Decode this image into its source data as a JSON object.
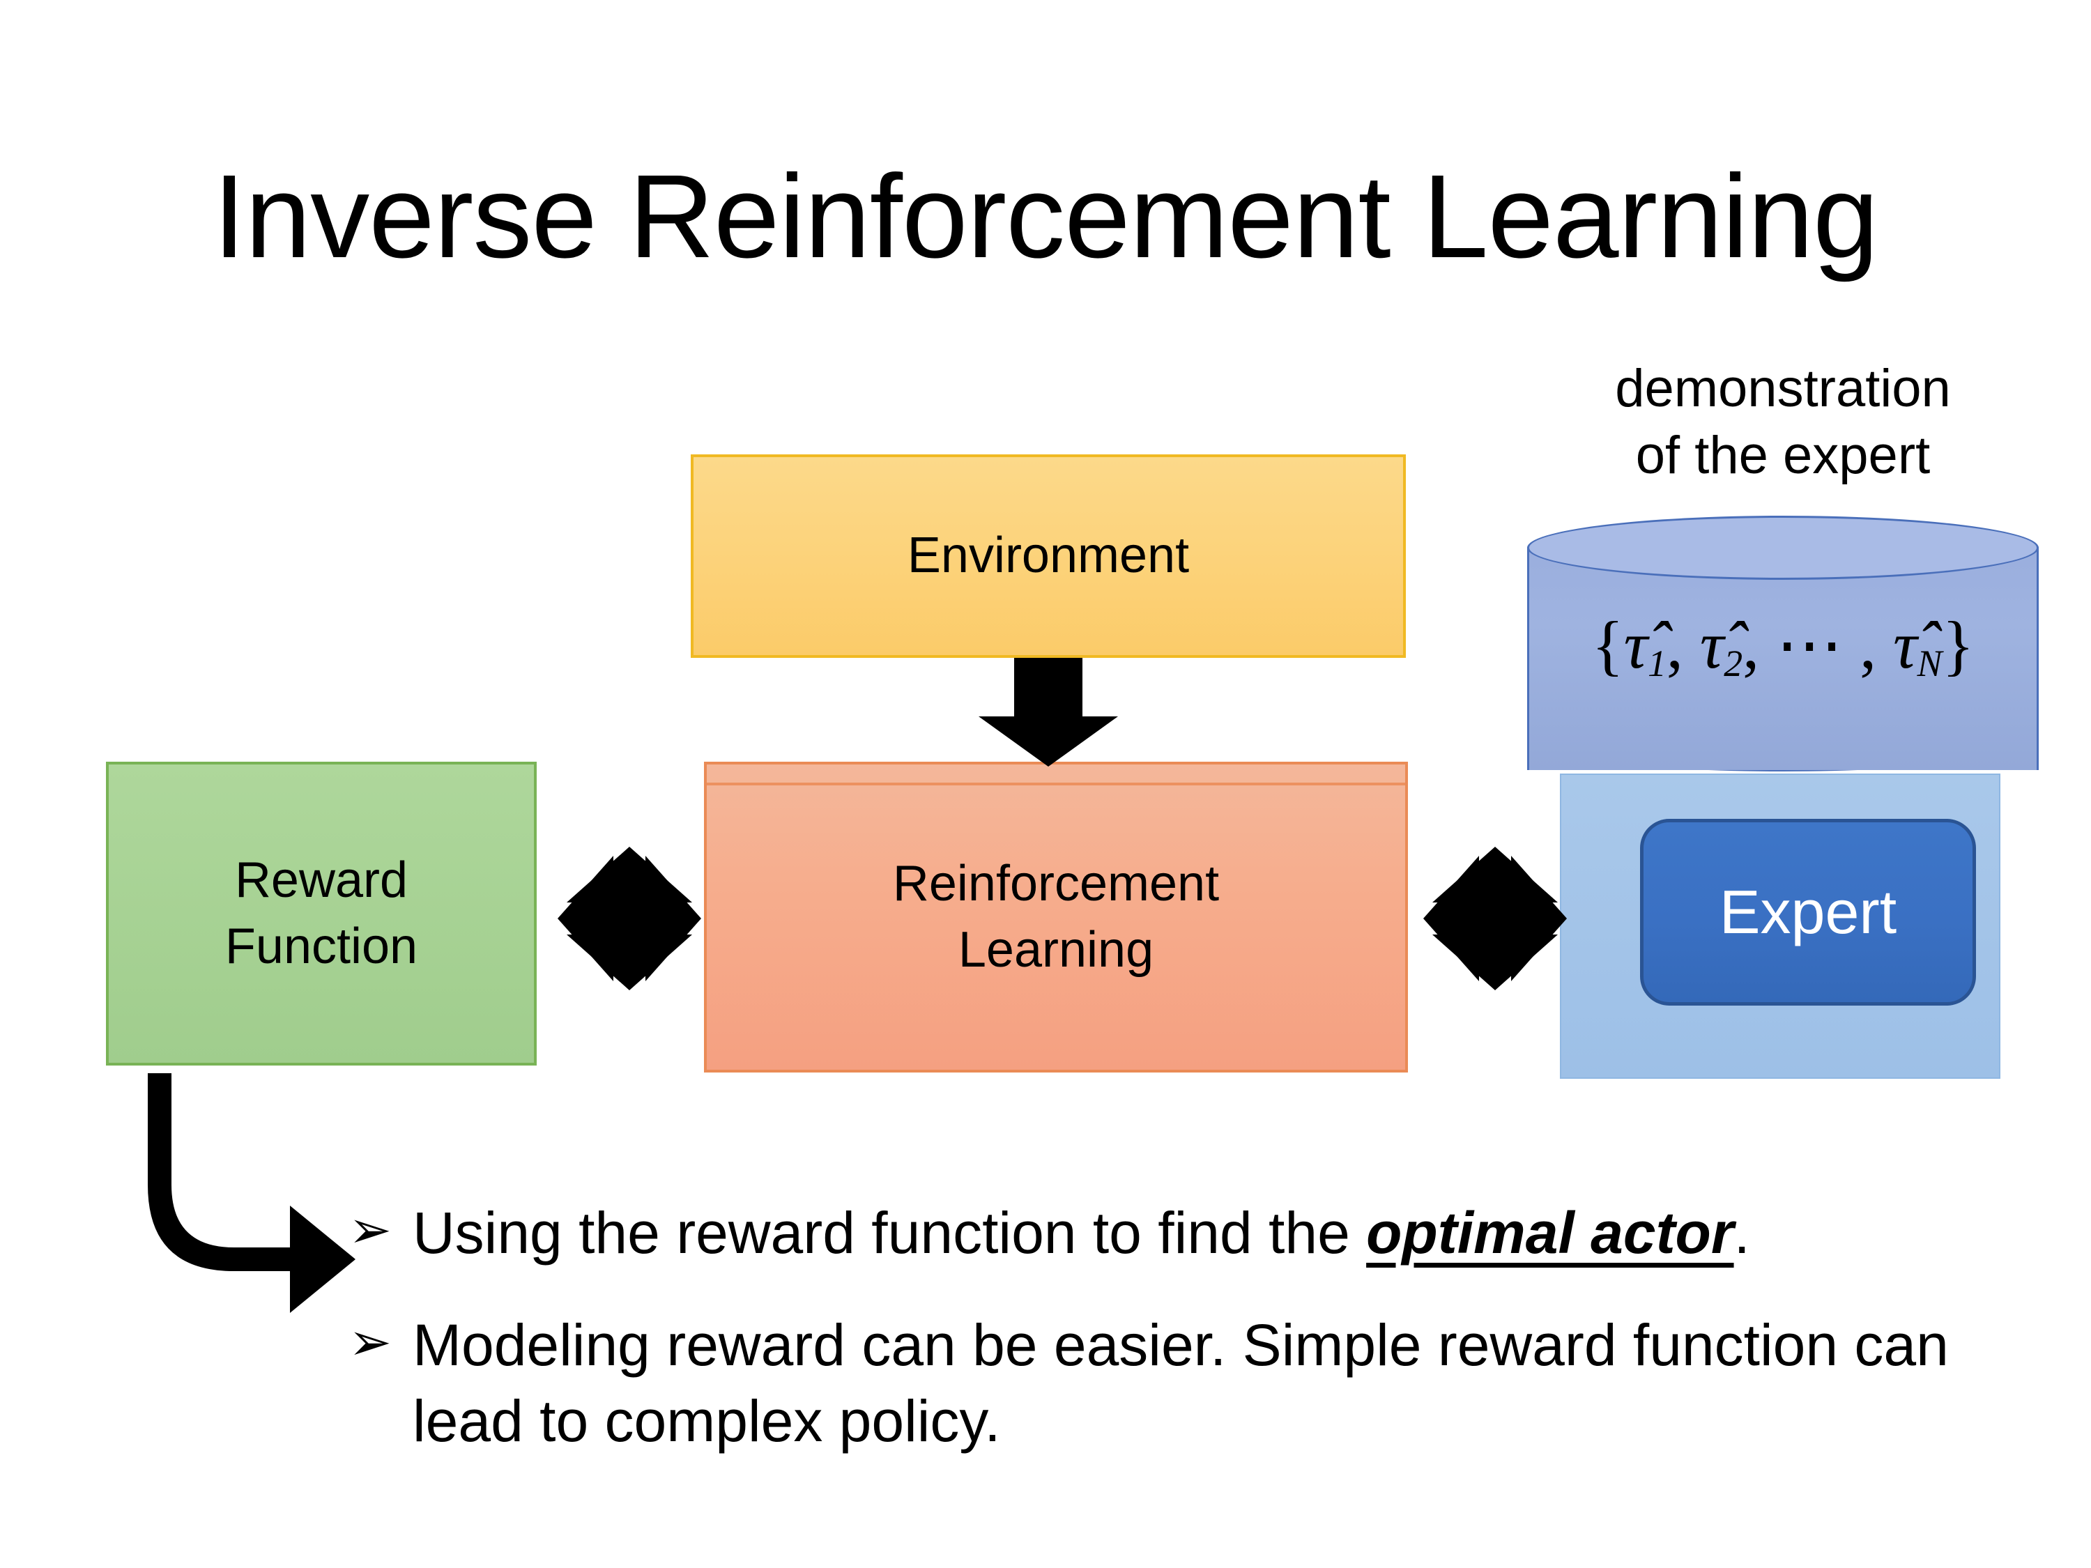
{
  "slide": {
    "title": "Inverse Reinforcement Learning",
    "background_color": "#ffffff"
  },
  "diagram": {
    "environment_box": {
      "label": "Environment",
      "fill_color": "#fcd279",
      "border_color": "#f0b923"
    },
    "rl_box": {
      "label_line1": "Reinforcement",
      "label_line2": "Learning",
      "fill_color": "#f5a887",
      "border_color": "#ea8b56"
    },
    "reward_box": {
      "label_line1": "Reward",
      "label_line2": "Function",
      "fill_color": "#a7d294",
      "border_color": "#79b356"
    },
    "expert_group": {
      "caption_line1": "demonstration",
      "caption_line2": "of the expert",
      "cylinder_formula_open": "{",
      "cylinder_formula_tau1": "τ̂",
      "cylinder_formula_sub1": "1",
      "cylinder_formula_sep1": ", ",
      "cylinder_formula_tau2": "τ̂",
      "cylinder_formula_sub2": "2",
      "cylinder_formula_sep2": ", ⋯ , ",
      "cylinder_formula_tauN": "τ̂",
      "cylinder_formula_subN": "N",
      "cylinder_formula_close": "}",
      "cylinder_fill_color": "#9aaede",
      "cylinder_border_color": "#4a6fba",
      "panel_fill_color": "#a2c3e8",
      "expert_label": "Expert",
      "expert_fill_color": "#3a70c3",
      "expert_text_color": "#ffffff"
    },
    "arrows": {
      "environment_to_rl": "down-arrow",
      "reward_to_rl": "four-way-arrow",
      "rl_to_expert": "four-way-arrow",
      "reward_to_bullet": "bent-arrow",
      "color": "#000000"
    }
  },
  "bullets": {
    "marker": "➢",
    "items": [
      {
        "text_before": "Using the reward function to find the ",
        "emphasis": "optimal actor",
        "text_after": "."
      },
      {
        "text_before": "Modeling reward can be easier. Simple reward function can lead to complex policy.",
        "emphasis": "",
        "text_after": ""
      }
    ]
  }
}
